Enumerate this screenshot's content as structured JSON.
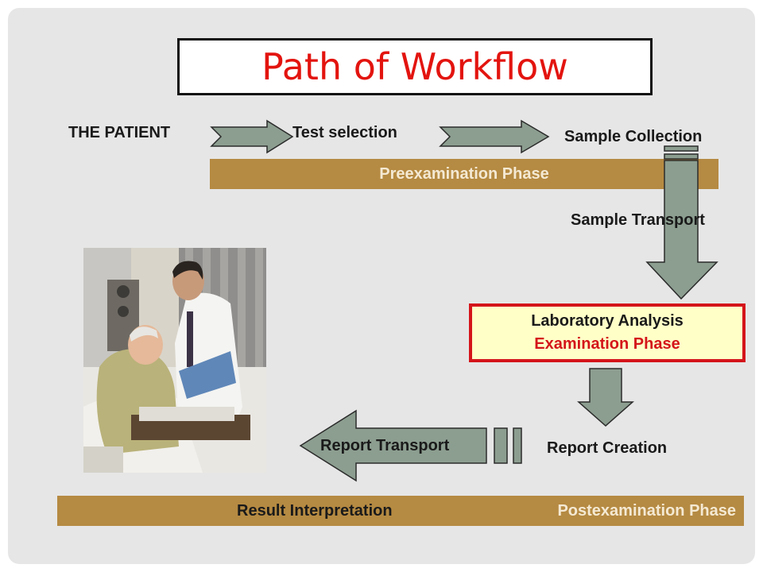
{
  "title": "Path of Workflow",
  "steps": {
    "patient": "THE PATIENT",
    "test_selection": "Test selection",
    "sample_collection": "Sample Collection",
    "sample_transport": "Sample Transport",
    "lab_analysis": "Laboratory Analysis",
    "report_creation": "Report Creation",
    "report_transport": "Report Transport",
    "result_interpretation": "Result Interpretation"
  },
  "phases": {
    "pre": "Preexamination Phase",
    "exam": "Examination Phase",
    "post": "Postexamination Phase"
  },
  "colors": {
    "title_red": "#e3140f",
    "arrow_fill": "#8c9e90",
    "phase_bar": "#b58a42",
    "lab_border": "#d4151a",
    "lab_fill": "#ffffc8"
  },
  "icons": [
    "arrow-right-icon",
    "arrow-down-icon",
    "arrow-left-icon"
  ]
}
